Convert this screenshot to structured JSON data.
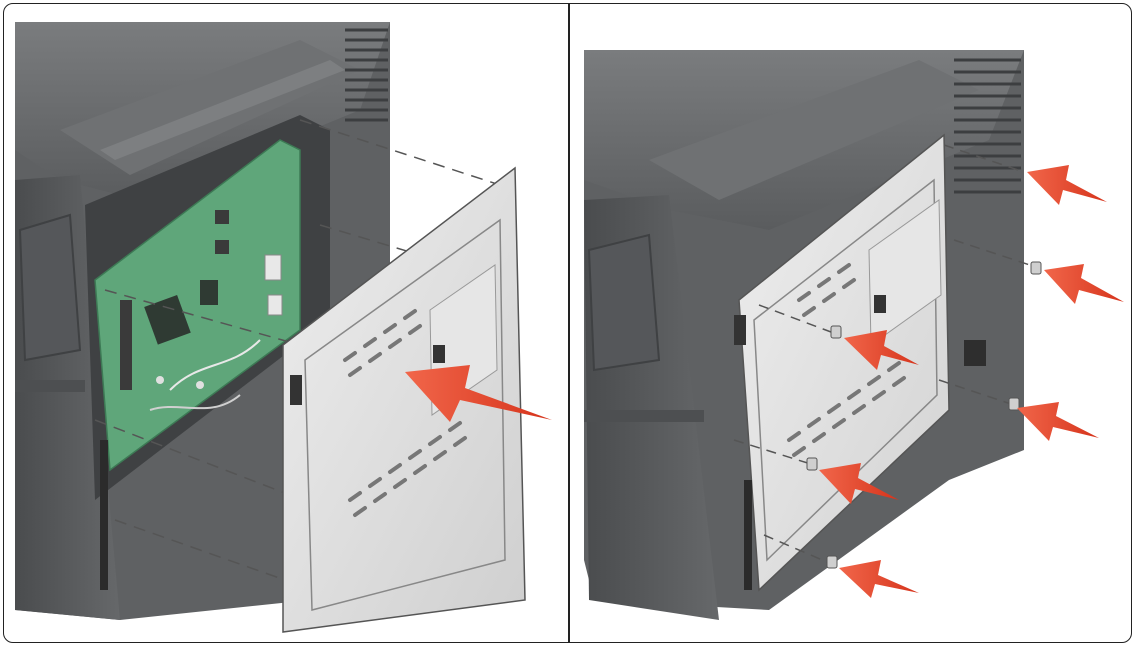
{
  "figure": {
    "panels": [
      {
        "name": "install-cover-panel",
        "arrows": 1
      },
      {
        "name": "insert-screws-panel",
        "screws": 5,
        "arrows": 6
      }
    ],
    "colors": {
      "printer_body": "#5f6163",
      "printer_dark": "#46484a",
      "printer_light": "#8a8c8e",
      "circuit_board": "#5fa67a",
      "cover_plate": "#dcdcdc",
      "arrow": "#e2442b",
      "frame": "#222222"
    }
  }
}
